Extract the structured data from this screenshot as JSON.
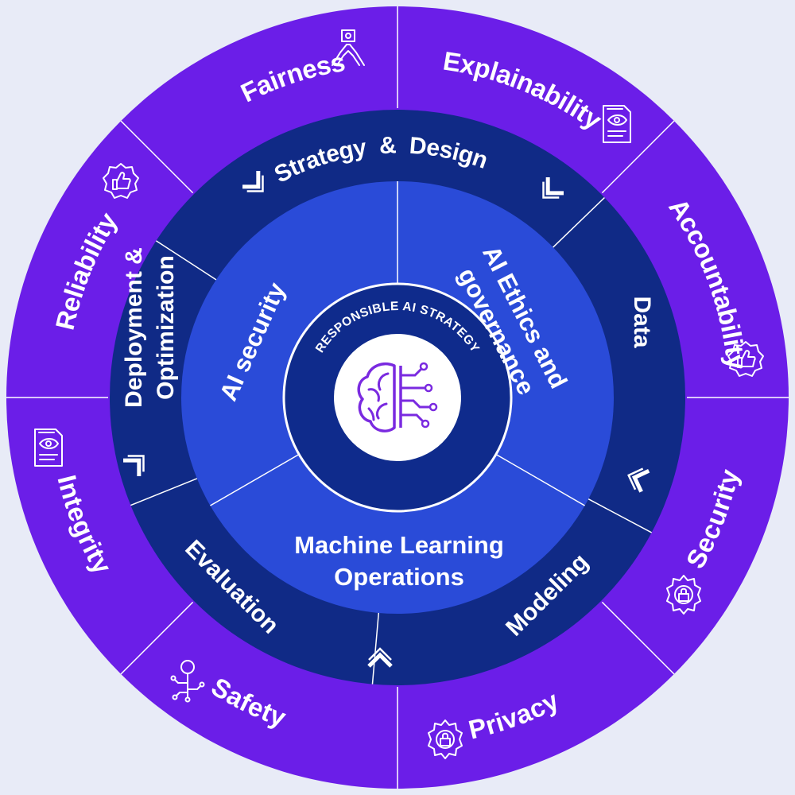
{
  "colors": {
    "background": "#e8ebf7",
    "outer_ring": "#6b1ee8",
    "middle_ring": "#102a86",
    "inner_ring": "#2a4bd8",
    "center_ring": "#0f2b8c",
    "divider": "#ffffff"
  },
  "center": {
    "label": "RESPONSIBLE AI STRATEGY",
    "icon": "brain-circuit-icon"
  },
  "outer_ring": {
    "segments": [
      {
        "label": "Explainability",
        "icon": "document-eye-icon"
      },
      {
        "label": "Accountability",
        "icon": "thumbs-up-badge-icon"
      },
      {
        "label": "Security",
        "icon": "gear-lock-icon"
      },
      {
        "label": "Privacy",
        "icon": "gear-lock-icon"
      },
      {
        "label": "Safety",
        "icon": "key-circuit-icon"
      },
      {
        "label": "Integrity",
        "icon": "document-eye-icon"
      },
      {
        "label": "Reliability",
        "icon": "thumbs-up-badge-icon"
      },
      {
        "label": "Fairness",
        "icon": "hands-together-icon"
      }
    ]
  },
  "middle_ring": {
    "segments": [
      {
        "label": "Strategy & Design"
      },
      {
        "label": "Data"
      },
      {
        "label": "Modeling"
      },
      {
        "label": "Evaluation"
      },
      {
        "label": "Deployment & Optimization"
      }
    ]
  },
  "inner_ring": {
    "segments": [
      {
        "lines": [
          "AI Ethics and",
          "governance"
        ]
      },
      {
        "lines": [
          "Machine Learning",
          "Operations"
        ]
      },
      {
        "lines": [
          "AI security"
        ]
      }
    ]
  }
}
